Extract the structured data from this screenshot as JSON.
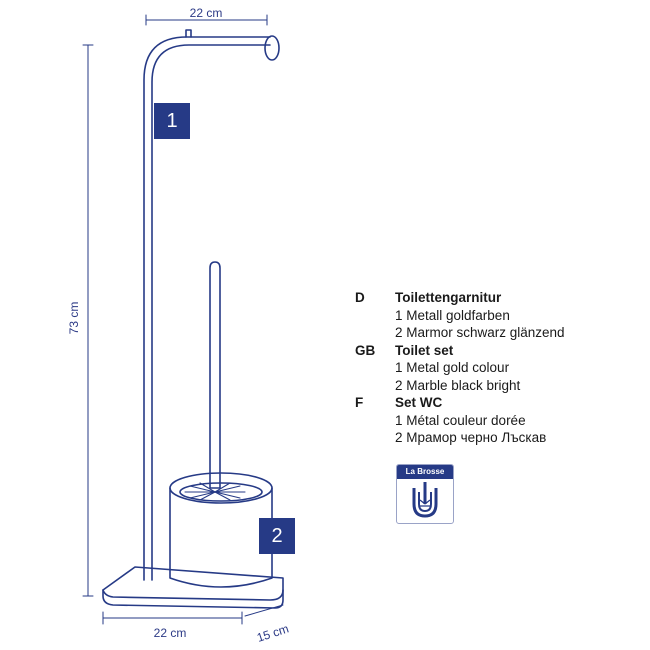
{
  "dimensions": {
    "top_width": "22 cm",
    "height": "73 cm",
    "base_width": "22 cm",
    "base_depth": "15 cm"
  },
  "callouts": {
    "part1": "1",
    "part2": "2"
  },
  "legend": [
    {
      "code": "D",
      "title": "Toilettengarnitur",
      "items": [
        "1 Metall goldfarben",
        "2 Marmor schwarz glänzend"
      ]
    },
    {
      "code": "GB",
      "title": "Toilet set",
      "items": [
        "1 Metal gold colour",
        "2 Marble black bright"
      ]
    },
    {
      "code": "F",
      "title": "Set WC",
      "items": [
        "1 Métal couleur dorée",
        "2 Мрамор черно Лъскав"
      ]
    }
  ],
  "badge": {
    "label": "La Brosse",
    "icon": "toilet-brush-icon"
  },
  "colors": {
    "line": "#263a86",
    "callout_bg": "#263a86",
    "text": "#1a1a1a"
  }
}
